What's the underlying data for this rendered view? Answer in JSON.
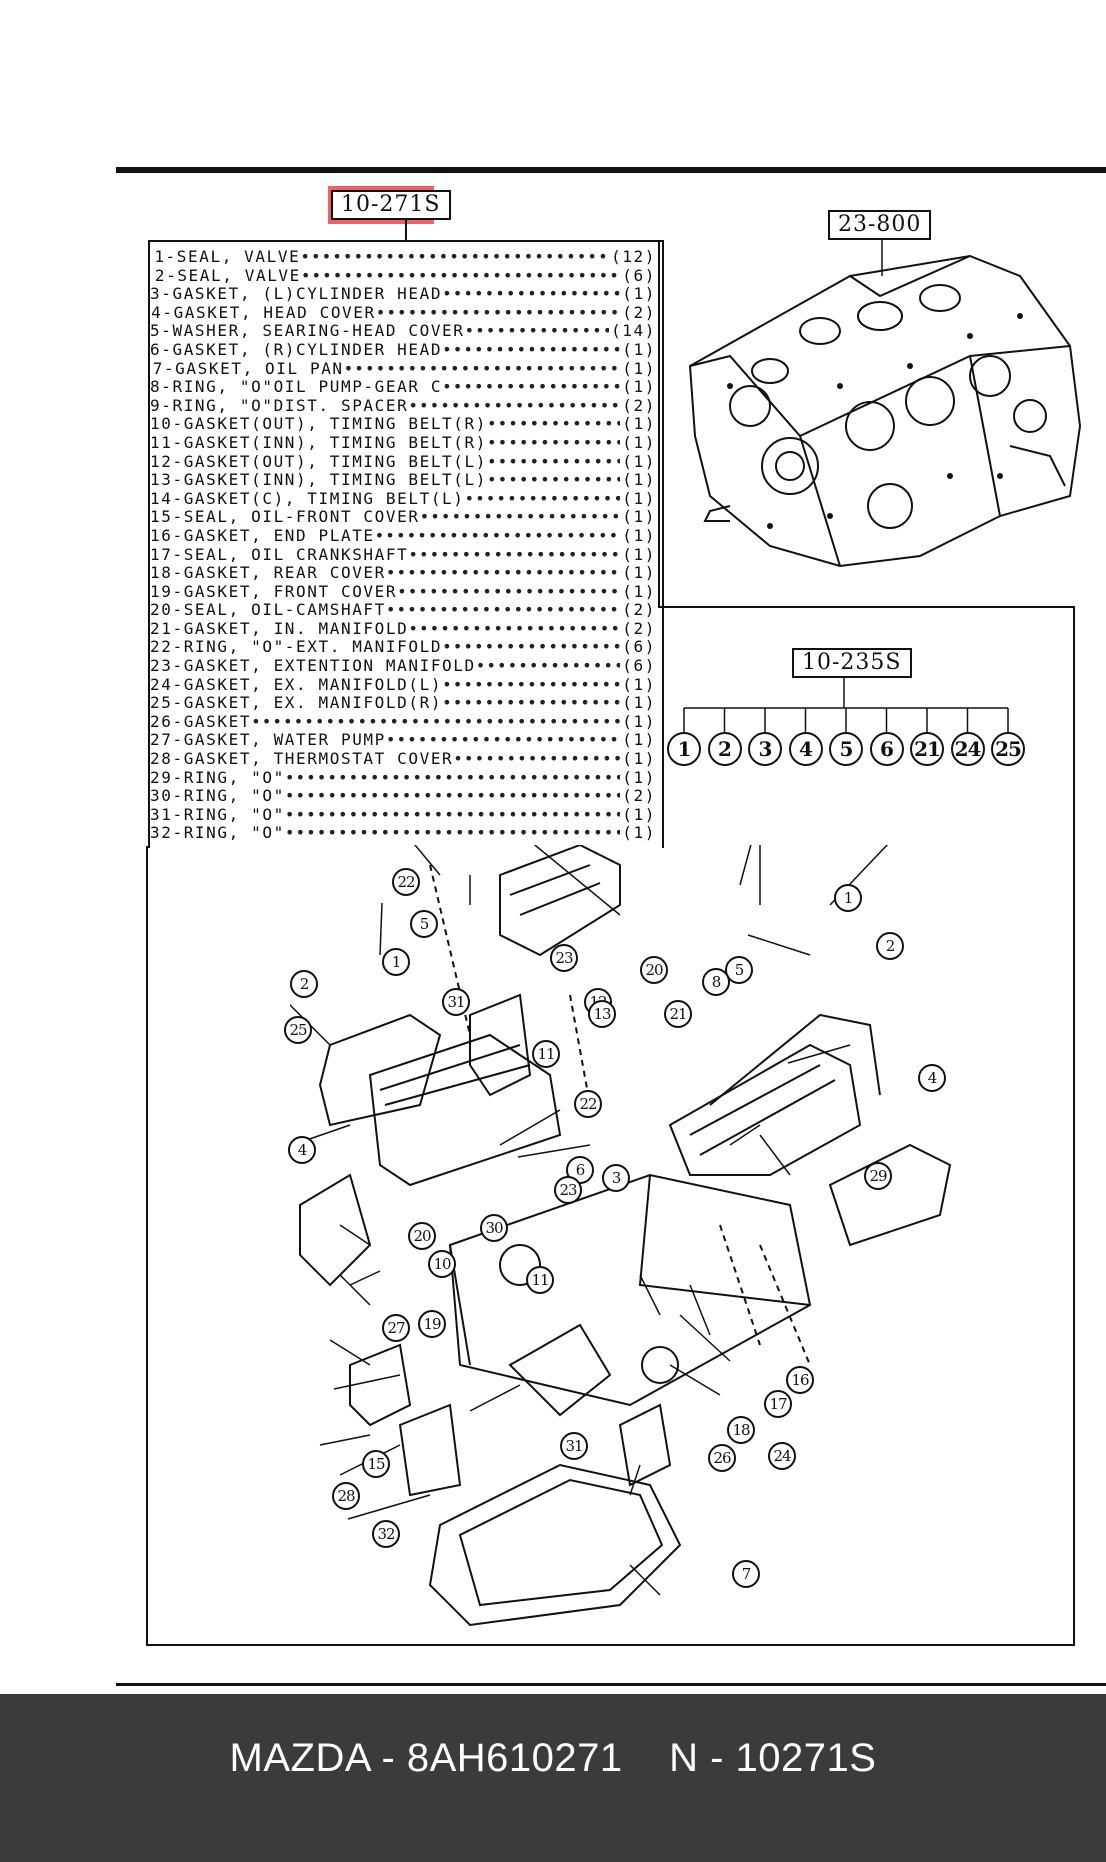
{
  "references": {
    "main": "10-271S",
    "block": "23-800",
    "kit": "10-235S"
  },
  "parts": [
    {
      "no": "1",
      "name": "SEAL, VALVE",
      "qty": "(12)"
    },
    {
      "no": "2",
      "name": "SEAL, VALVE",
      "qty": "(6)"
    },
    {
      "no": "3",
      "name": "GASKET, (L)CYLINDER HEAD",
      "qty": "(1)"
    },
    {
      "no": "4",
      "name": "GASKET, HEAD COVER",
      "qty": "(2)"
    },
    {
      "no": "5",
      "name": "WASHER, SEARING-HEAD COVER",
      "qty": "(14)"
    },
    {
      "no": "6",
      "name": "GASKET, (R)CYLINDER HEAD",
      "qty": "(1)"
    },
    {
      "no": "7",
      "name": "GASKET, OIL PAN",
      "qty": "(1)"
    },
    {
      "no": "8",
      "name": "RING, \"O\"OIL PUMP-GEAR C",
      "qty": "(1)"
    },
    {
      "no": "9",
      "name": "RING, \"O\"DIST. SPACER",
      "qty": "(2)"
    },
    {
      "no": "10",
      "name": "GASKET(OUT), TIMING BELT(R)",
      "qty": "(1)"
    },
    {
      "no": "11",
      "name": "GASKET(INN), TIMING BELT(R)",
      "qty": "(1)"
    },
    {
      "no": "12",
      "name": "GASKET(OUT), TIMING BELT(L)",
      "qty": "(1)"
    },
    {
      "no": "13",
      "name": "GASKET(INN), TIMING BELT(L)",
      "qty": "(1)"
    },
    {
      "no": "14",
      "name": "GASKET(C), TIMING BELT(L)",
      "qty": "(1)"
    },
    {
      "no": "15",
      "name": "SEAL, OIL-FRONT COVER",
      "qty": "(1)"
    },
    {
      "no": "16",
      "name": "GASKET, END PLATE",
      "qty": "(1)"
    },
    {
      "no": "17",
      "name": "SEAL, OIL CRANKSHAFT",
      "qty": "(1)"
    },
    {
      "no": "18",
      "name": "GASKET, REAR COVER",
      "qty": "(1)"
    },
    {
      "no": "19",
      "name": "GASKET, FRONT COVER",
      "qty": "(1)"
    },
    {
      "no": "20",
      "name": "SEAL, OIL-CAMSHAFT",
      "qty": "(2)"
    },
    {
      "no": "21",
      "name": "GASKET, IN. MANIFOLD",
      "qty": "(2)"
    },
    {
      "no": "22",
      "name": "RING, \"O\"-EXT. MANIFOLD",
      "qty": "(6)"
    },
    {
      "no": "23",
      "name": "GASKET, EXTENTION MANIFOLD",
      "qty": "(6)"
    },
    {
      "no": "24",
      "name": "GASKET, EX. MANIFOLD(L)",
      "qty": "(1)"
    },
    {
      "no": "25",
      "name": "GASKET, EX. MANIFOLD(R)",
      "qty": "(1)"
    },
    {
      "no": "26",
      "name": "GASKET",
      "qty": "(1)"
    },
    {
      "no": "27",
      "name": "GASKET, WATER PUMP",
      "qty": "(1)"
    },
    {
      "no": "28",
      "name": "GASKET, THERMOSTAT COVER",
      "qty": "(1)"
    },
    {
      "no": "29",
      "name": "RING, \"O\"",
      "qty": "(1)"
    },
    {
      "no": "30",
      "name": "RING, \"O\"",
      "qty": "(2)"
    },
    {
      "no": "31",
      "name": "RING, \"O\"",
      "qty": "(1)"
    },
    {
      "no": "32",
      "name": "RING, \"O\"",
      "qty": "(1)"
    }
  ],
  "kit_items": [
    "1",
    "2",
    "3",
    "4",
    "5",
    "6",
    "21",
    "24",
    "25"
  ],
  "callouts": [
    "1",
    "1",
    "2",
    "2",
    "3",
    "4",
    "4",
    "5",
    "5",
    "6",
    "7",
    "8",
    "10",
    "11",
    "11",
    "12",
    "13",
    "15",
    "16",
    "17",
    "18",
    "19",
    "20",
    "20",
    "21",
    "22",
    "22",
    "23",
    "23",
    "24",
    "25",
    "26",
    "27",
    "28",
    "29",
    "30",
    "31",
    "31",
    "32"
  ],
  "footer": {
    "text": "MAZDA - 8AH610271    N - 10271S"
  },
  "colors": {
    "highlight": "#e52828",
    "footer_bg": "#3b3b3b",
    "footer_text": "#ffffff"
  }
}
